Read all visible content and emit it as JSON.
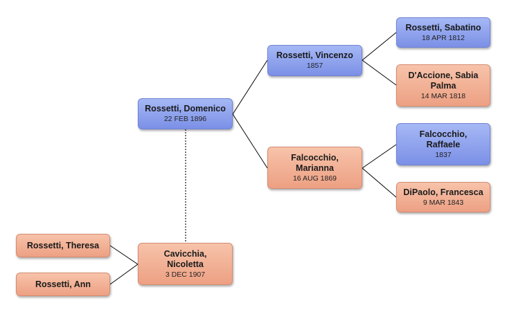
{
  "people": {
    "domenico": {
      "name": "Rossetti, Domenico",
      "date": "22 FEB 1896"
    },
    "vincenzo": {
      "name": "Rossetti, Vincenzo",
      "date": "1857"
    },
    "marianna": {
      "name": "Falcocchio, Marianna",
      "date": "16 AUG 1869"
    },
    "sabatino": {
      "name": "Rossetti, Sabatino",
      "date": "18 APR 1812"
    },
    "sabia": {
      "name": "D'Accione, Sabia Palma",
      "date": "14 MAR 1818"
    },
    "raffaele": {
      "name": "Falcocchio, Raffaele",
      "date": "1837"
    },
    "francesca": {
      "name": "DiPaolo, Francesca",
      "date": "9 MAR 1843"
    },
    "nicoletta": {
      "name": "Cavicchia, Nicoletta",
      "date": "3 DEC 1907"
    },
    "theresa": {
      "name": "Rossetti, Theresa"
    },
    "ann": {
      "name": "Rossetti, Ann"
    }
  },
  "colors": {
    "male": "#8fa3ee",
    "female": "#f2b196",
    "line": "#000000"
  }
}
